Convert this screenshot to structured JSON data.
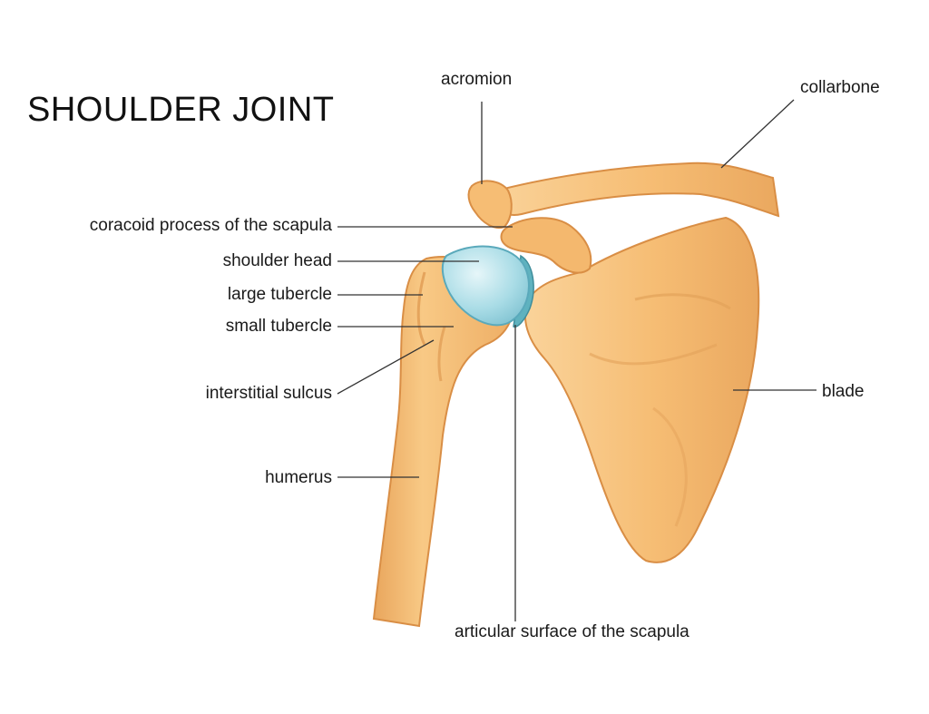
{
  "title": "SHOULDER JOINT",
  "labels": {
    "acromion": "acromion",
    "collarbone": "collarbone",
    "coracoid": "coracoid process of the scapula",
    "shoulder_head": "shoulder head",
    "large_tubercle": "large tubercle",
    "small_tubercle": "small tubercle",
    "interstitial_sulcus": "interstitial sulcus",
    "humerus": "humerus",
    "blade": "blade",
    "articular_surface": "articular surface of the scapula"
  },
  "colors": {
    "bone_fill": "#f6bd74",
    "bone_light": "#fad39a",
    "bone_shadow": "#e3a25a",
    "bone_outline": "#d98e45",
    "cartilage_fill": "#a9dce6",
    "cartilage_light": "#dcf2f6",
    "cartilage_outline": "#5aa9bb",
    "glenoid": "#5fb2bf",
    "leader_line": "#333333"
  }
}
